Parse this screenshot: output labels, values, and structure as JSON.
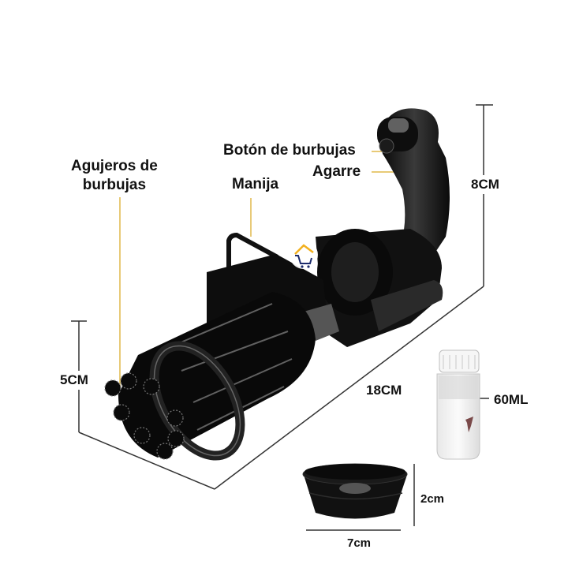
{
  "product": {
    "name": "Bubble gatling gun toy",
    "colors": {
      "body": "#0c0c0c",
      "highlight": "#8a8a8a",
      "leader_line": "#e0b84a",
      "dimension_line": "#333333",
      "logo_orange": "#f2b01e",
      "logo_navy": "#1b2a6b"
    }
  },
  "callouts": {
    "bubble_button": "Botón de burbujas",
    "grip": "Agarre",
    "handle": "Manija",
    "bubble_holes_line1": "Agujeros de",
    "bubble_holes_line2": "burbujas"
  },
  "dimensions": {
    "height": "8CM",
    "barrel_height": "5CM",
    "length": "18CM",
    "bottle_volume": "60ML",
    "tray_height": "2cm",
    "tray_width": "7cm"
  },
  "watermark": {
    "icon": "home-cart-icon"
  }
}
